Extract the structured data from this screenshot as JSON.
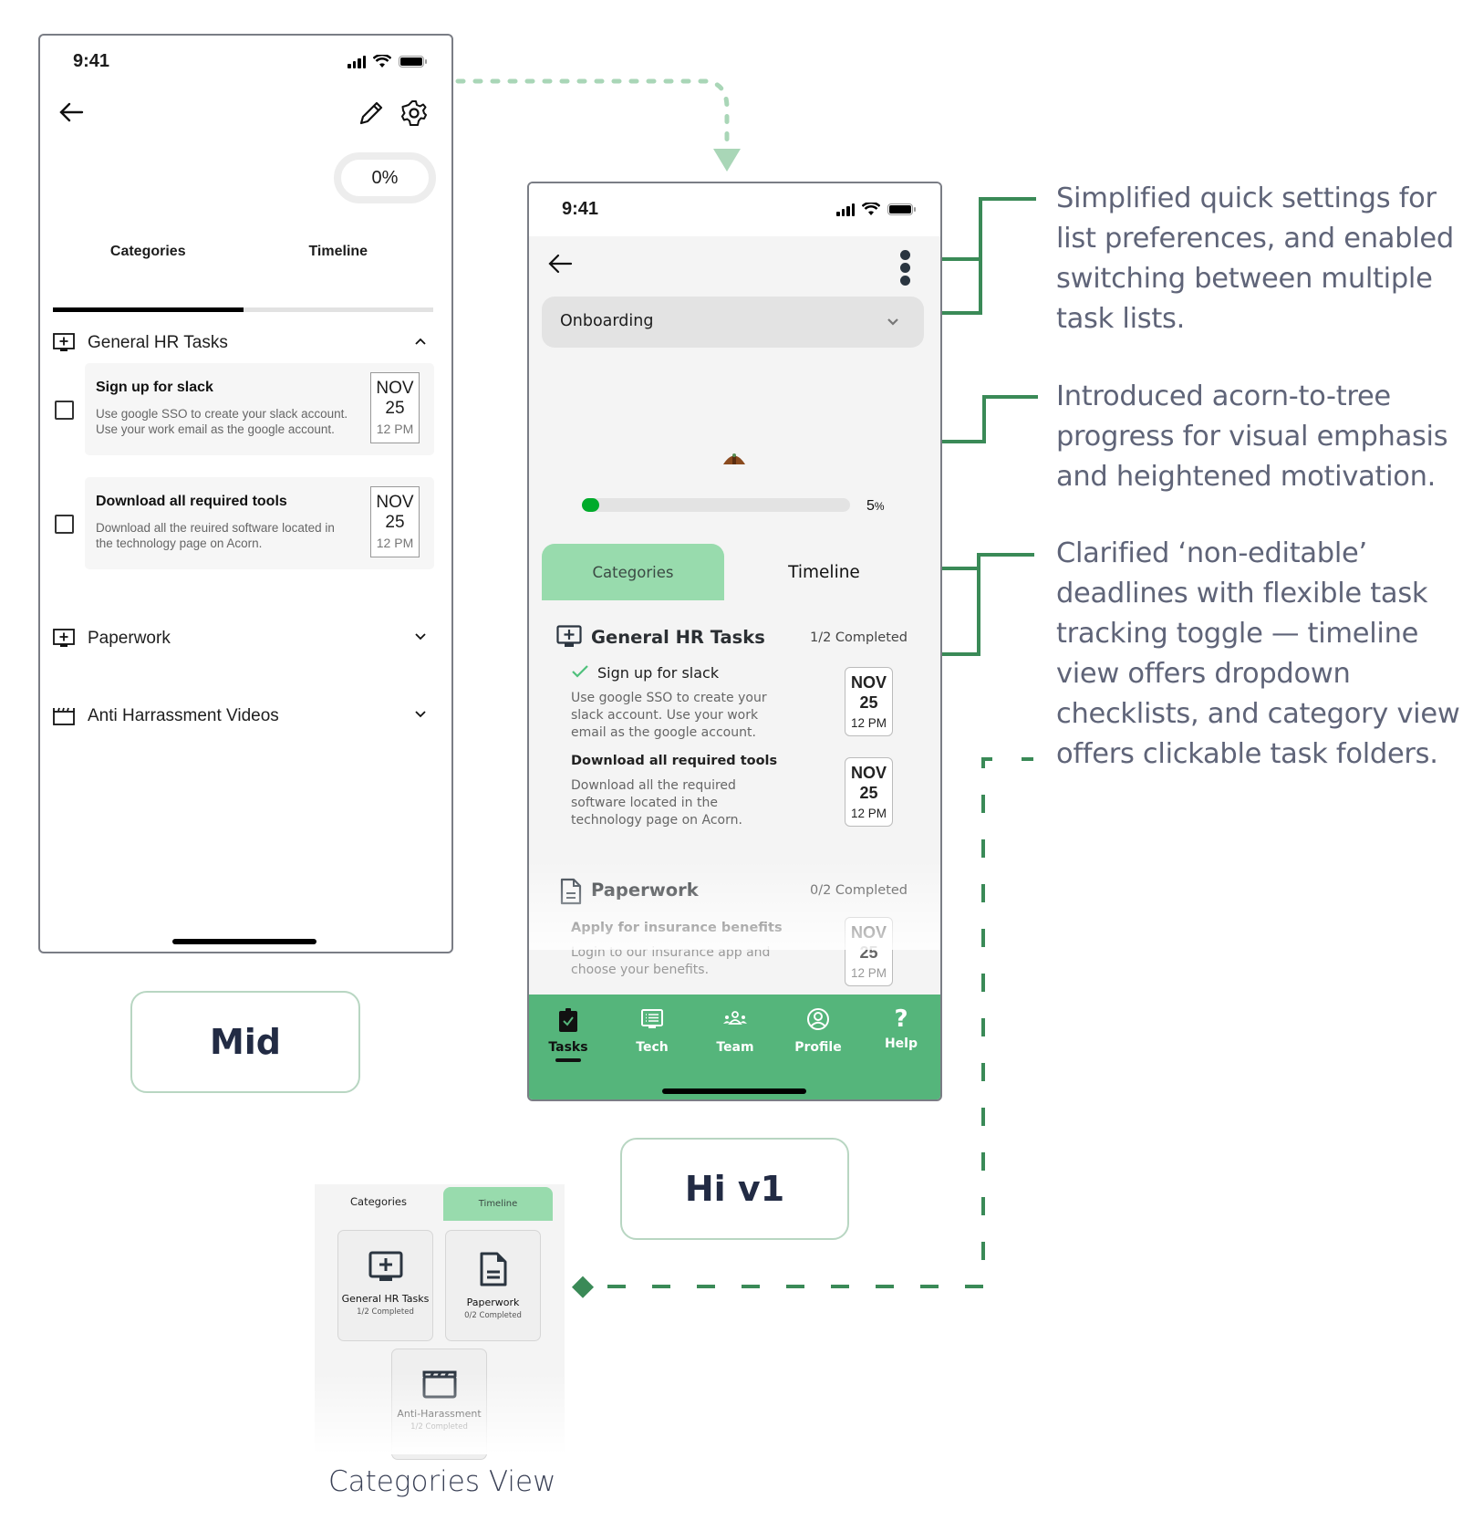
{
  "colors": {
    "accent_green": "#55b57b",
    "tab_green": "#98dbad",
    "connector_green": "#3a8a57",
    "arrow_light_green": "#a9d6b7",
    "progress_green": "#00ab2b",
    "label_navy": "#222b44",
    "annotation_gray": "#5f6478"
  },
  "mid_phone": {
    "status_time": "9:41",
    "progress_pill": "0%",
    "tabs": [
      {
        "label": "Categories",
        "active": true
      },
      {
        "label": "Timeline",
        "active": false
      }
    ],
    "categories": [
      {
        "name": "General HR Tasks",
        "icon": "monitor-plus-icon",
        "expanded": true,
        "tasks": [
          {
            "title": "Sign up for slack",
            "desc_line1": "Use google SSO to create your slack account.",
            "desc_line2": "Use your work email as the google account.",
            "month": "NOV",
            "day": "25",
            "time": "12 PM",
            "checked": false
          },
          {
            "title": "Download all required tools",
            "desc_line1": "Download all the reuired software located in",
            "desc_line2": "the technology page on Acorn.",
            "month": "NOV",
            "day": "25",
            "time": "12 PM",
            "checked": false
          }
        ]
      },
      {
        "name": "Paperwork",
        "icon": "monitor-plus-icon",
        "expanded": false
      },
      {
        "name": "Anti Harrassment Videos",
        "icon": "clapperboard-icon",
        "expanded": false
      }
    ]
  },
  "mid_label": "Mid",
  "hi_phone": {
    "status_time": "9:41",
    "list_selector": "Onboarding",
    "progress_percent_label": "5",
    "progress_percent_sign": "%",
    "tabs": [
      {
        "label": "Categories",
        "active": true
      },
      {
        "label": "Timeline",
        "active": false
      }
    ],
    "sections": [
      {
        "name": "General HR Tasks",
        "count": "1/2 Completed",
        "tasks": [
          {
            "title": "Sign up for slack",
            "done": true,
            "desc": [
              "Use google SSO to create your",
              "slack account. Use your work",
              "email as the google account."
            ],
            "month": "NOV",
            "day": "25",
            "time": "12 PM"
          },
          {
            "title": "Download all required tools",
            "done": false,
            "desc": [
              "Download all the required",
              "software located in the",
              "technology page on Acorn."
            ],
            "month": "NOV",
            "day": "25",
            "time": "12 PM"
          }
        ]
      },
      {
        "name": "Paperwork",
        "count": "0/2 Completed",
        "tasks": [
          {
            "title": "Apply for insurance benefits",
            "done": false,
            "desc": [
              "Login to our insurance app and",
              "choose your benefits."
            ],
            "month": "NOV",
            "day": "25",
            "time": "12 PM"
          }
        ]
      }
    ],
    "nav": [
      {
        "label": "Tasks",
        "icon": "clipboard-check-icon",
        "active": true
      },
      {
        "label": "Tech",
        "icon": "monitor-list-icon",
        "active": false
      },
      {
        "label": "Team",
        "icon": "team-icon",
        "active": false
      },
      {
        "label": "Profile",
        "icon": "profile-icon",
        "active": false
      },
      {
        "label": "Help",
        "icon": "help-icon",
        "active": false
      }
    ]
  },
  "hi_label": "Hi v1",
  "categories_view": {
    "tabs": [
      {
        "label": "Categories",
        "active": false
      },
      {
        "label": "Timeline",
        "active": true
      }
    ],
    "tiles": [
      {
        "name": "General HR Tasks",
        "count": "1/2 Completed",
        "icon": "monitor-plus-icon"
      },
      {
        "name": "Paperwork",
        "count": "0/2 Completed",
        "icon": "document-icon"
      },
      {
        "name": "Anti-Harassment",
        "count": "1/2 Completed",
        "icon": "clapperboard-icon"
      }
    ],
    "caption": "Categories View"
  },
  "annotations": [
    {
      "lines": [
        "Simplified quick settings for",
        "list preferences, and enabled",
        "switching between multiple",
        "task lists."
      ]
    },
    {
      "lines": [
        "Introduced acorn-to-tree",
        "progress for visual emphasis",
        "and heightened motivation."
      ]
    },
    {
      "lines": [
        "Clarified ‘non-editable’",
        "deadlines with flexible task",
        "tracking toggle — timeline",
        "view offers dropdown",
        "checklists, and category view",
        "offers clickable task folders."
      ]
    }
  ]
}
